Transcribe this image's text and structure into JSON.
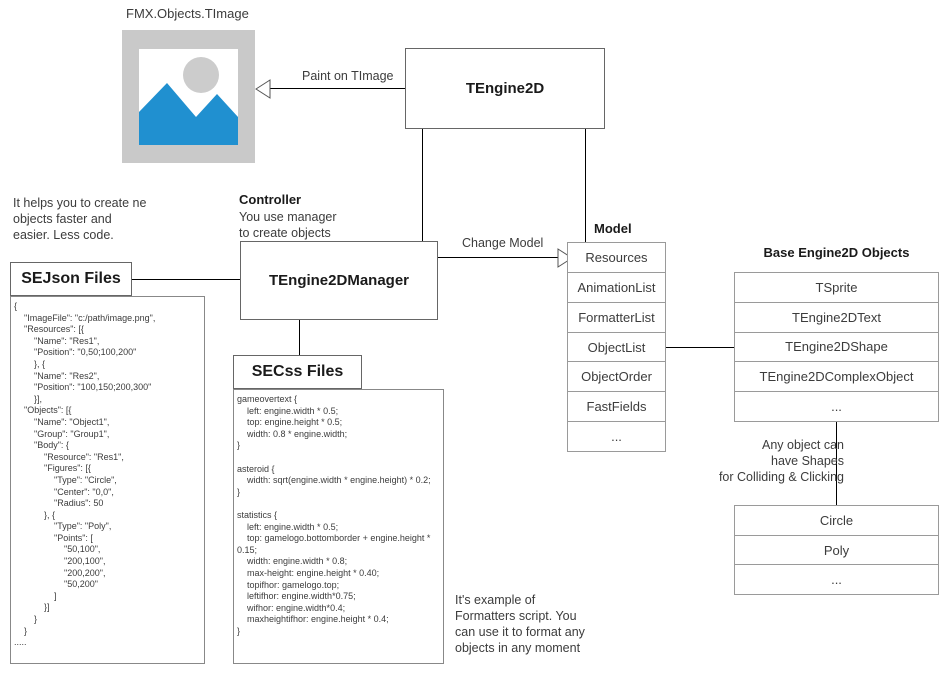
{
  "diagram": {
    "image_caption": "FMX.Objects.TImage",
    "edges": {
      "paint_on_timage": "Paint on TImage",
      "change_model": "Change Model"
    },
    "nodes": {
      "tengine2d": "TEngine2D",
      "tengine2dmanager": "TEngine2DManager",
      "sejson_header": "SEJson Files",
      "secss_header": "SECss Files"
    },
    "notes": {
      "sejson_hint": "It helps you to create ne\nobjects faster and\neasier. Less code.",
      "controller_title": "Controller",
      "controller_body": "You use manager\nto create objects",
      "model_title": "Model",
      "base_objects_title": "Base Engine2D Objects",
      "shapes_hint": "Any object can\nhave Shapes\nfor Colliding & Clicking",
      "secss_hint": "It's example of\nFormatters script. You\ncan use it to format any\nobjects in any moment"
    },
    "model_rows": [
      "Resources",
      "AnimationList",
      "FormatterList",
      "ObjectList",
      "ObjectOrder",
      "FastFields",
      "..."
    ],
    "base_object_rows": [
      "TSprite",
      "TEngine2DText",
      "TEngine2DShape",
      "TEngine2DComplexObject",
      "..."
    ],
    "shape_rows": [
      "Circle",
      "Poly",
      "..."
    ],
    "sejson_code": "{\n    \"ImageFile\": \"c:/path/image.png\",\n    \"Resources\": [{\n        \"Name\": \"Res1\",\n        \"Position\": \"0,50;100,200\"\n        }, {\n        \"Name\": \"Res2\",\n        \"Position\": \"100,150;200,300\"\n        }],\n    \"Objects\": [{\n        \"Name\": \"Object1\",\n        \"Group\": \"Group1\",\n        \"Body\": {\n            \"Resource\": \"Res1\",\n            \"Figures\": [{\n                \"Type\": \"Circle\",\n                \"Center\": \"0,0\",\n                \"Radius\": 50\n            }, {\n                \"Type\": \"Poly\",\n                \"Points\": [\n                    \"50,100\",\n                    \"200,100\",\n                    \"200,200\",\n                    \"50,200\"\n                ]\n            }]\n        }\n    }\n.....",
    "secss_code": "gameovertext {\n    left: engine.width * 0.5;\n    top: engine.height * 0.5;\n    width: 0.8 * engine.width;\n}\n\nasteroid {\n    width: sqrt(engine.width * engine.height) * 0.2;\n}\n\nstatistics {\n    left: engine.width * 0.5;\n    top: gamelogo.bottomborder + engine.height * 0.15;\n    width: engine.width * 0.8;\n    max-height: engine.height * 0.40;\n    topifhor: gamelogo.top;\n    leftifhor: engine.width*0.75;\n    wifhor: engine.width*0.4;\n    maxheightifhor: engine.height * 0.4;\n}",
    "colors": {
      "image_frame": "#c9c9c9",
      "image_accent": "#2090d0",
      "image_circle": "#cccccc",
      "line": "#000000",
      "box_border": "#666666"
    }
  }
}
